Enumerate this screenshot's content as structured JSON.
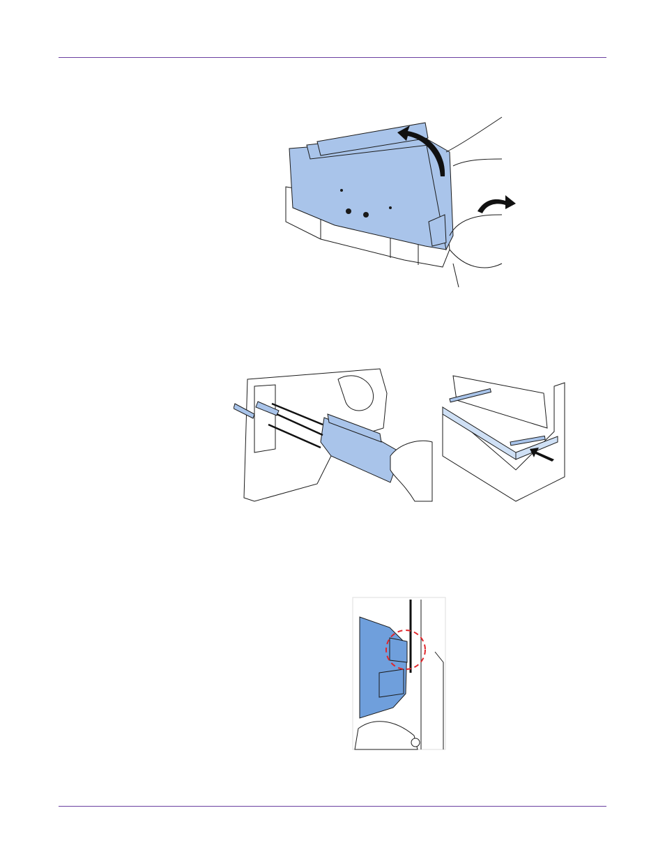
{
  "colors": {
    "rule": "#6a3fa0",
    "part_fill": "#a9c4ea",
    "part_stroke": "#1a1a1a",
    "highlight_circle": "#e0262b"
  },
  "figures": [
    {
      "id": "lift-unit",
      "icon": "lift-unit-illustration"
    },
    {
      "id": "insert-unit",
      "icon": "insert-unit-illustration"
    },
    {
      "id": "rail-detail",
      "icon": "rail-detail-illustration"
    },
    {
      "id": "latch-check",
      "icon": "latch-check-illustration"
    }
  ]
}
